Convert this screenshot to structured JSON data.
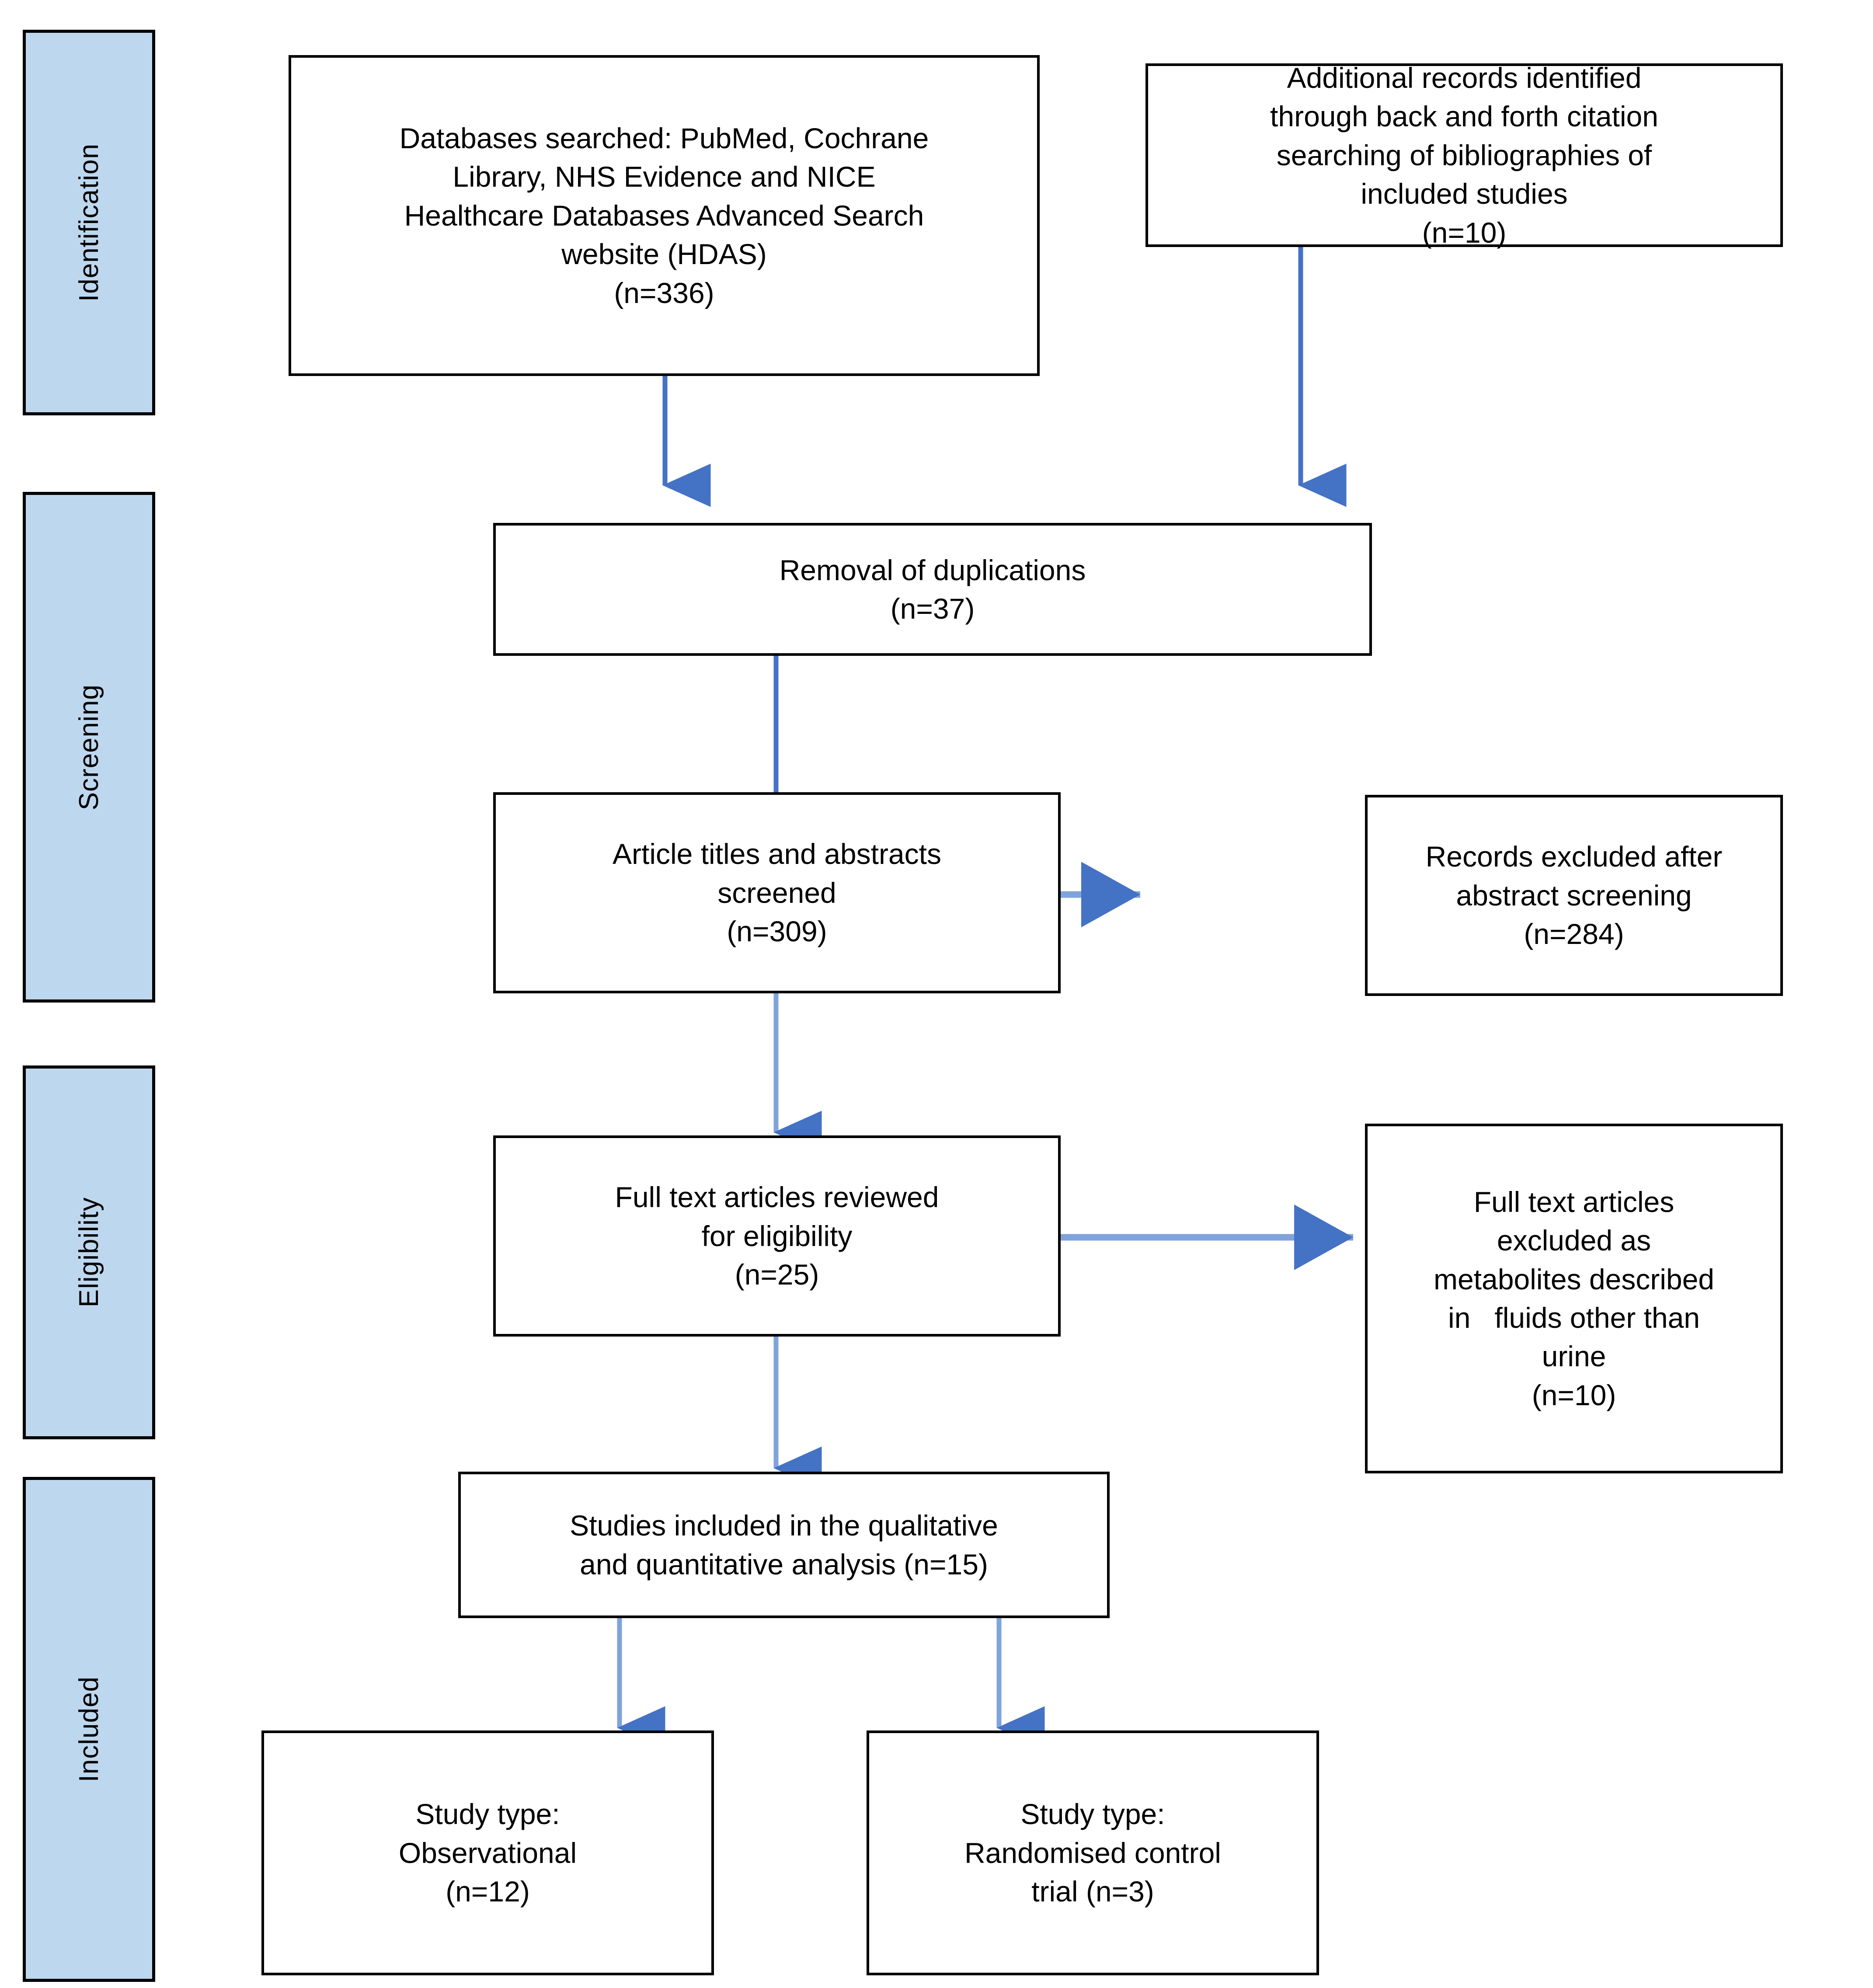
{
  "diagram": {
    "title": "PRISMA study selection flow diagram",
    "type": "flowchart",
    "accent_color": "#4472C4",
    "phase_fill_color": "#BDD7EE",
    "box_border_color": "#000000",
    "background_color": "#FFFFFF"
  },
  "phases": [
    {
      "id": "identification",
      "label": "Identification"
    },
    {
      "id": "screening",
      "label": "Screening"
    },
    {
      "id": "eligibility",
      "label": "Eligibility"
    },
    {
      "id": "included",
      "label": "Included"
    }
  ],
  "nodes": {
    "databases_searched": {
      "lines": [
        "Databases searched: PubMed, Cochrane",
        "Library, NHS Evidence and NICE",
        "Healthcare Databases Advanced Search",
        "website (HDAS)",
        "(n=336)"
      ],
      "count_label": "(n=336)",
      "count": 336
    },
    "additional_records": {
      "lines": [
        "Additional records identified",
        "through back and forth citation",
        "searching of bibliographies of",
        "included studies",
        "(n=10)"
      ],
      "count_label": "(n=10)",
      "count": 10
    },
    "removal_of_duplications": {
      "lines": [
        "Removal of duplications",
        "(n=37)"
      ],
      "count_label": "(n=37)",
      "count": 37
    },
    "titles_abstracts_screened": {
      "lines": [
        "Article titles and abstracts",
        "screened",
        "(n=309)"
      ],
      "count_label": "(n=309)",
      "count": 309
    },
    "records_excluded": {
      "lines": [
        "Records excluded after",
        "abstract screening",
        "(n=284)"
      ],
      "count_label": "(n=284)",
      "count": 284
    },
    "full_text_reviewed": {
      "lines": [
        "Full text articles reviewed",
        "for eligibility",
        "(n=25)"
      ],
      "count_label": "(n=25)",
      "count": 25
    },
    "full_text_excluded": {
      "lines": [
        "Full text articles",
        "excluded as",
        "metabolites described",
        "in   fluids other than",
        "urine",
        "(n=10)"
      ],
      "count_label": "(n=10)",
      "count": 10
    },
    "studies_included": {
      "lines": [
        "Studies included in the qualitative",
        "and quantitative analysis (n=15)"
      ],
      "count_label": "(n=15)",
      "count": 15
    },
    "study_type_observational": {
      "lines": [
        "Study type:",
        "Observational",
        "(n=12)"
      ],
      "count_label": "(n=12)",
      "count": 12
    },
    "study_type_rct": {
      "lines": [
        "Study type:",
        "Randomised control",
        "trial (n=3)"
      ],
      "count_label": "(n=3)",
      "count": 3
    }
  }
}
